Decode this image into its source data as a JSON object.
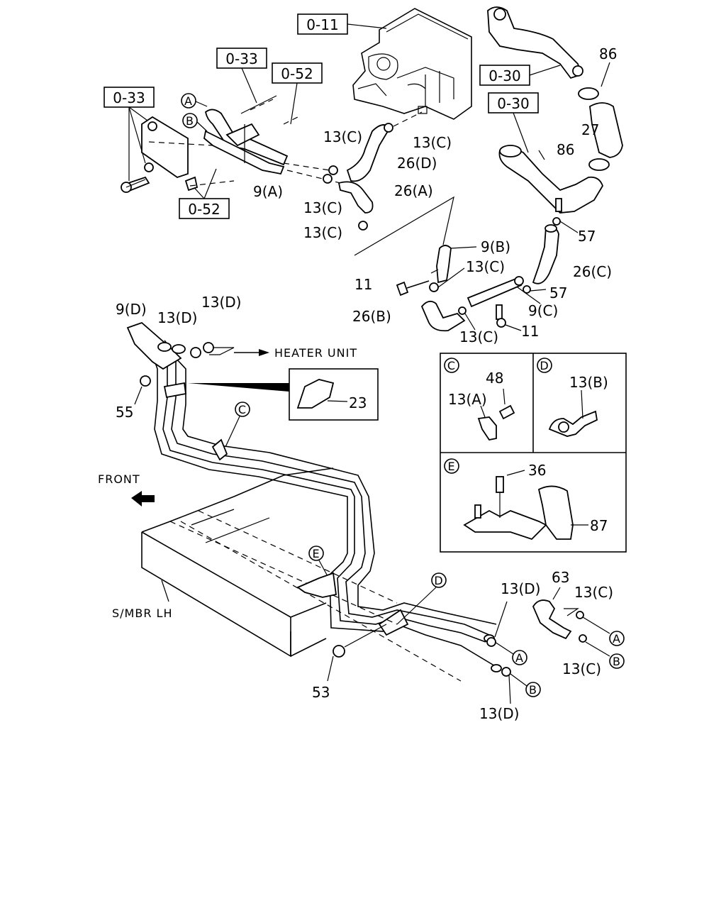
{
  "refs": {
    "r0_11": "0-11",
    "r0_33a": "0-33",
    "r0_33b": "0-33",
    "r0_52a": "0-52",
    "r0_52b": "0-52",
    "r0_30a": "0-30",
    "r0_30b": "0-30"
  },
  "labels": {
    "p86a": "86",
    "p86b": "86",
    "p27": "27",
    "p13c_1": "13(C)",
    "p13c_2": "13(C)",
    "p26d": "26(D)",
    "p9a": "9(A)",
    "p26a": "26(A)",
    "p13c_3": "13(C)",
    "p13c_4": "13(C)",
    "p57a": "57",
    "p9b": "9(B)",
    "p26c": "26(C)",
    "p11a": "11",
    "p13c_5": "13(C)",
    "p57b": "57",
    "p26b": "26(B)",
    "p9c": "9(C)",
    "p13c_6": "13(C)",
    "p11b": "11",
    "p9d": "9(D)",
    "p13d_1": "13(D)",
    "p13d_2": "13(D)",
    "heater_unit": "HEATER UNIT",
    "p23": "23",
    "p55": "55",
    "front": "FRONT",
    "smbr": "S/MBR LH",
    "p53": "53",
    "p13d_3": "13(D)",
    "p13d_4": "13(D)",
    "p63": "63",
    "p13c_7": "13(C)",
    "p13c_8": "13(C)",
    "p48": "48",
    "p13a": "13(A)",
    "p13b": "13(B)",
    "p36": "36",
    "p87": "87"
  },
  "circles": {
    "A": "A",
    "B": "B",
    "C": "C",
    "D": "D",
    "E": "E"
  },
  "inset_headers": {
    "C": "C",
    "D": "D",
    "E": "E"
  }
}
